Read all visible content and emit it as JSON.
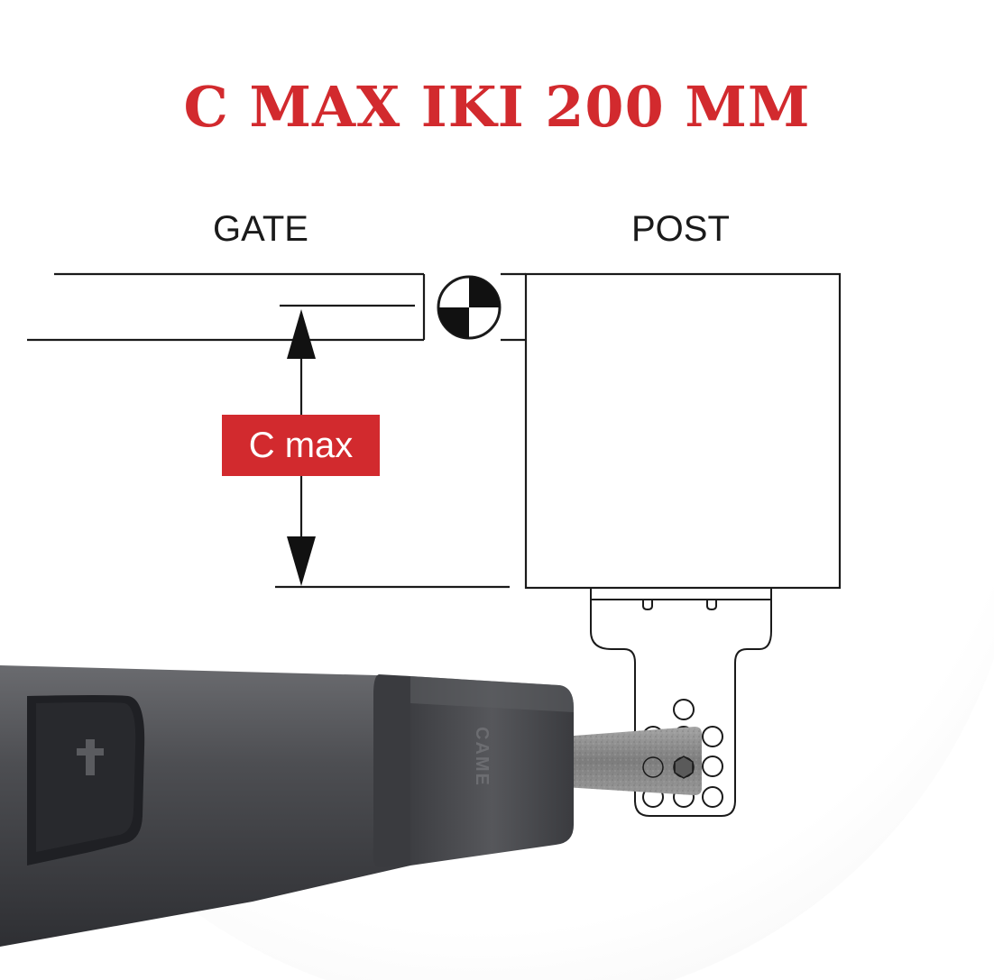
{
  "diagram": {
    "title": "C MAX IKI 200 MM",
    "gate_label": "GATE",
    "post_label": "POST",
    "dimension_label": "C max",
    "brand_text": "CAME",
    "colors": {
      "accent": "#d22a2e",
      "line": "#1a1a1a",
      "motor_body": "#4a4b4e",
      "motor_dark": "#2d2e31",
      "arm_metal": "#8a8a8a"
    },
    "icons": [
      "pivot-marker-icon",
      "arrow-up-icon",
      "arrow-down-icon",
      "came-logo-icon"
    ]
  }
}
